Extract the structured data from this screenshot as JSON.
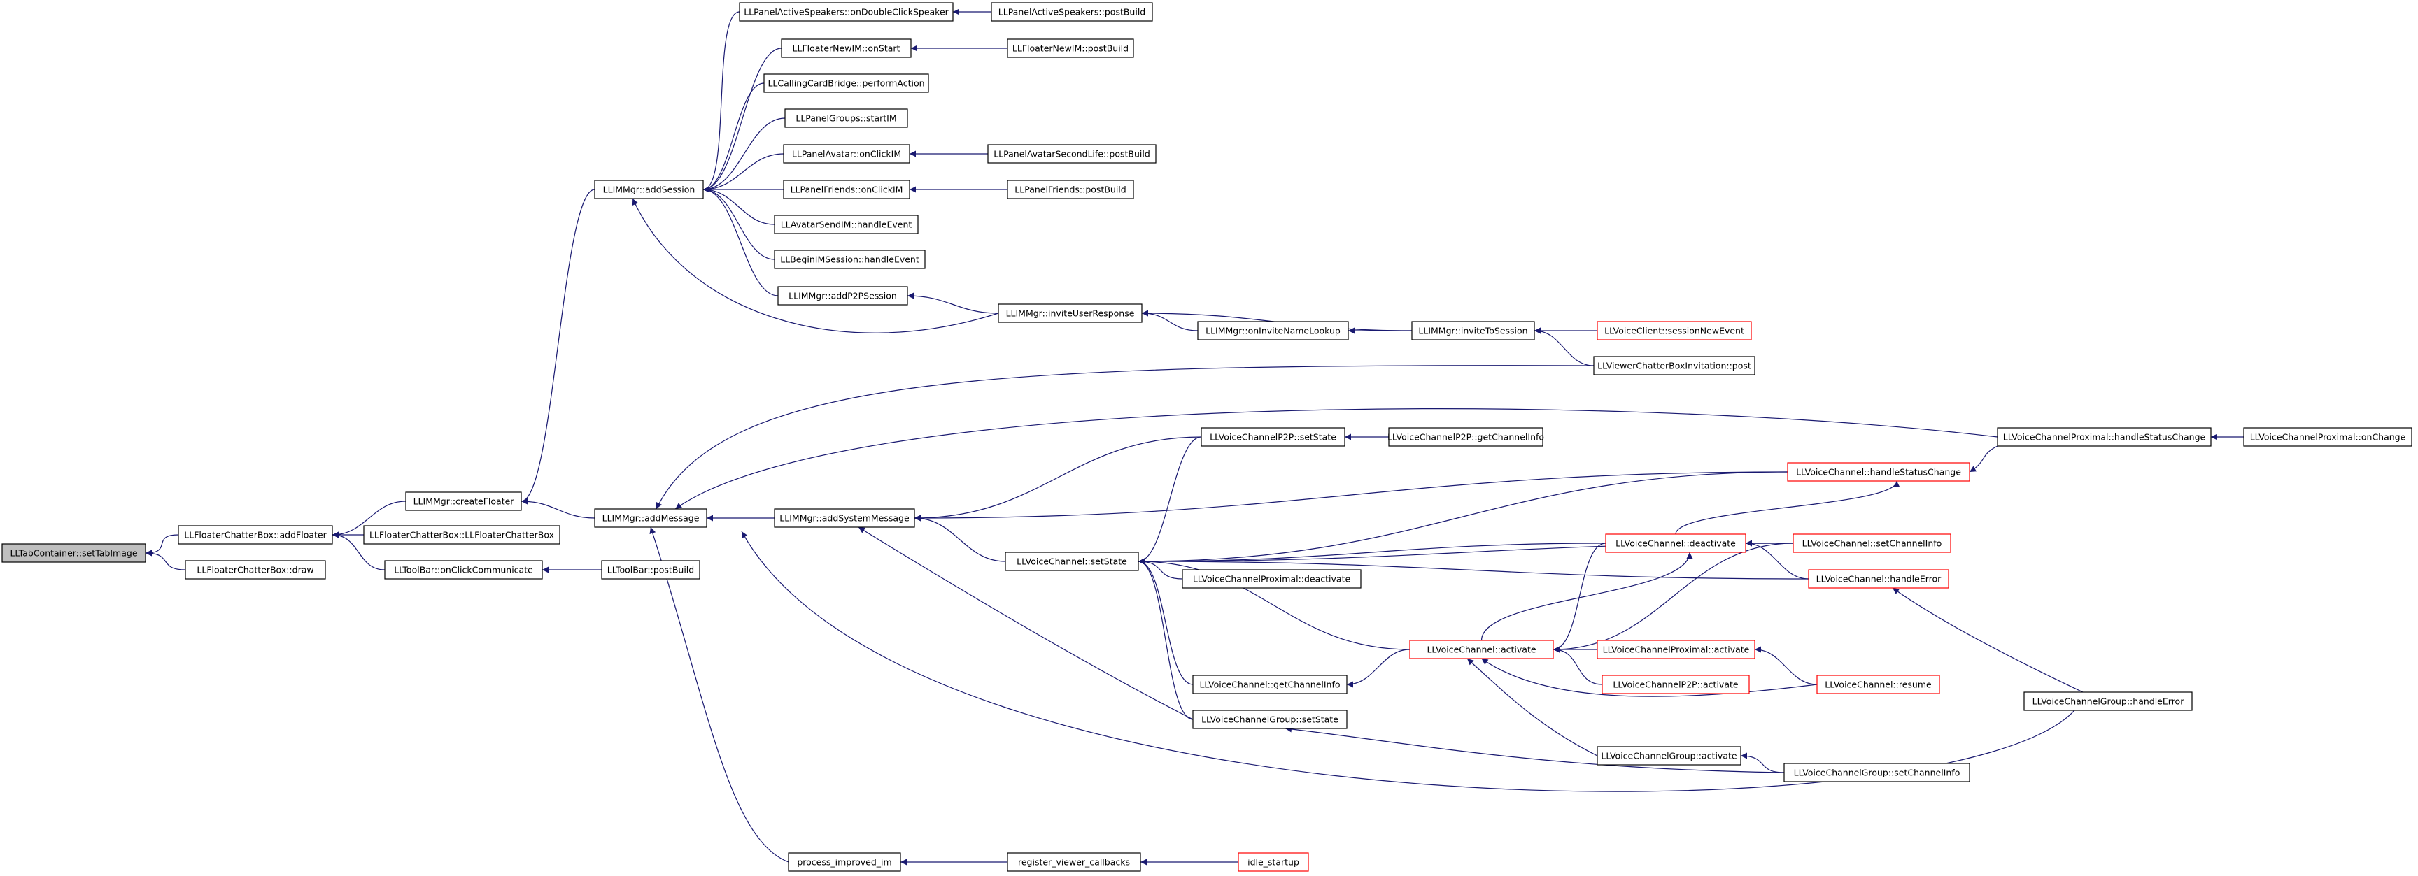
{
  "colors": {
    "edge": "#191970",
    "node_border_black": "#000000",
    "node_border_red": "#ff0000",
    "root_fill": "#bfbfbf",
    "node_fill": "#ffffff"
  },
  "nodes": [
    {
      "id": "n0",
      "label": "LLTabContainer::setTabImage",
      "style": "root"
    },
    {
      "id": "n1",
      "label": "LLFloaterChatterBox::addFloater",
      "style": "black"
    },
    {
      "id": "n2",
      "label": "LLFloaterChatterBox::draw",
      "style": "black"
    },
    {
      "id": "n3",
      "label": "LLIMMgr::createFloater",
      "style": "black"
    },
    {
      "id": "n4",
      "label": "LLFloaterChatterBox::LLFloaterChatterBox",
      "style": "black"
    },
    {
      "id": "n5",
      "label": "LLToolBar::onClickCommunicate",
      "style": "black"
    },
    {
      "id": "n6",
      "label": "LLToolBar::postBuild",
      "style": "black"
    },
    {
      "id": "n7",
      "label": "LLIMMgr::addSession",
      "style": "black"
    },
    {
      "id": "n8",
      "label": "LLIMMgr::addMessage",
      "style": "black"
    },
    {
      "id": "n9",
      "label": "LLPanelActiveSpeakers::onDoubleClickSpeaker",
      "style": "black"
    },
    {
      "id": "n10",
      "label": "LLPanelActiveSpeakers::postBuild",
      "style": "black"
    },
    {
      "id": "n11",
      "label": "LLFloaterNewIM::onStart",
      "style": "black"
    },
    {
      "id": "n12",
      "label": "LLFloaterNewIM::postBuild",
      "style": "black"
    },
    {
      "id": "n13",
      "label": "LLCallingCardBridge::performAction",
      "style": "black"
    },
    {
      "id": "n14",
      "label": "LLPanelGroups::startIM",
      "style": "black"
    },
    {
      "id": "n15",
      "label": "LLPanelAvatar::onClickIM",
      "style": "black"
    },
    {
      "id": "n16",
      "label": "LLPanelAvatarSecondLife::postBuild",
      "style": "black"
    },
    {
      "id": "n17",
      "label": "LLPanelFriends::onClickIM",
      "style": "black"
    },
    {
      "id": "n18",
      "label": "LLPanelFriends::postBuild",
      "style": "black"
    },
    {
      "id": "n19",
      "label": "LLAvatarSendIM::handleEvent",
      "style": "black"
    },
    {
      "id": "n20",
      "label": "LLBeginIMSession::handleEvent",
      "style": "black"
    },
    {
      "id": "n21",
      "label": "LLIMMgr::addP2PSession",
      "style": "black"
    },
    {
      "id": "n22",
      "label": "LLIMMgr::inviteUserResponse",
      "style": "black"
    },
    {
      "id": "n23",
      "label": "LLIMMgr::onInviteNameLookup",
      "style": "black"
    },
    {
      "id": "n24",
      "label": "LLIMMgr::inviteToSession",
      "style": "black"
    },
    {
      "id": "n25",
      "label": "LLVoiceClient::sessionNewEvent",
      "style": "red"
    },
    {
      "id": "n26",
      "label": "LLViewerChatterBoxInvitation::post",
      "style": "black"
    },
    {
      "id": "n27",
      "label": "LLIMMgr::addSystemMessage",
      "style": "black"
    },
    {
      "id": "n28",
      "label": "LLVoiceChannelP2P::setState",
      "style": "black"
    },
    {
      "id": "n29",
      "label": "LLVoiceChannelP2P::getChannelInfo",
      "style": "black"
    },
    {
      "id": "n30",
      "label": "LLVoiceChannelProximal::handleStatusChange",
      "style": "black"
    },
    {
      "id": "n31",
      "label": "LLVoiceChannelProximal::onChange",
      "style": "black"
    },
    {
      "id": "n32",
      "label": "LLVoiceChannel::handleStatusChange",
      "style": "red"
    },
    {
      "id": "n33",
      "label": "LLVoiceChannel::setState",
      "style": "black"
    },
    {
      "id": "n34",
      "label": "LLVoiceChannel::deactivate",
      "style": "red"
    },
    {
      "id": "n35",
      "label": "LLVoiceChannel::setChannelInfo",
      "style": "red"
    },
    {
      "id": "n36",
      "label": "LLVoiceChannelProximal::deactivate",
      "style": "black"
    },
    {
      "id": "n37",
      "label": "LLVoiceChannel::handleError",
      "style": "red"
    },
    {
      "id": "n38",
      "label": "LLVoiceChannel::activate",
      "style": "red"
    },
    {
      "id": "n39",
      "label": "LLVoiceChannelProximal::activate",
      "style": "red"
    },
    {
      "id": "n40",
      "label": "LLVoiceChannel::getChannelInfo",
      "style": "black"
    },
    {
      "id": "n41",
      "label": "LLVoiceChannelP2P::activate",
      "style": "red"
    },
    {
      "id": "n42",
      "label": "LLVoiceChannel::resume",
      "style": "red"
    },
    {
      "id": "n43",
      "label": "LLVoiceChannelGroup::setState",
      "style": "black"
    },
    {
      "id": "n44",
      "label": "LLVoiceChannelGroup::handleError",
      "style": "black"
    },
    {
      "id": "n45",
      "label": "LLVoiceChannelGroup::activate",
      "style": "black"
    },
    {
      "id": "n46",
      "label": "LLVoiceChannelGroup::setChannelInfo",
      "style": "black"
    },
    {
      "id": "n47",
      "label": "process_improved_im",
      "style": "black"
    },
    {
      "id": "n48",
      "label": "register_viewer_callbacks",
      "style": "black"
    },
    {
      "id": "n49",
      "label": "idle_startup",
      "style": "red"
    }
  ],
  "edges": [
    {
      "from": "n1",
      "to": "n0"
    },
    {
      "from": "n2",
      "to": "n0"
    },
    {
      "from": "n3",
      "to": "n1"
    },
    {
      "from": "n4",
      "to": "n1"
    },
    {
      "from": "n5",
      "to": "n1"
    },
    {
      "from": "n6",
      "to": "n5"
    },
    {
      "from": "n7",
      "to": "n3"
    },
    {
      "from": "n8",
      "to": "n3"
    },
    {
      "from": "n9",
      "to": "n7"
    },
    {
      "from": "n10",
      "to": "n9"
    },
    {
      "from": "n11",
      "to": "n7"
    },
    {
      "from": "n12",
      "to": "n11"
    },
    {
      "from": "n13",
      "to": "n7"
    },
    {
      "from": "n14",
      "to": "n7"
    },
    {
      "from": "n15",
      "to": "n7"
    },
    {
      "from": "n16",
      "to": "n15"
    },
    {
      "from": "n17",
      "to": "n7"
    },
    {
      "from": "n18",
      "to": "n17"
    },
    {
      "from": "n19",
      "to": "n7"
    },
    {
      "from": "n20",
      "to": "n7"
    },
    {
      "from": "n21",
      "to": "n7"
    },
    {
      "from": "n22",
      "to": "n21"
    },
    {
      "from": "n22",
      "to": "n7"
    },
    {
      "from": "n23",
      "to": "n22"
    },
    {
      "from": "n24",
      "to": "n22"
    },
    {
      "from": "n24",
      "to": "n23"
    },
    {
      "from": "n25",
      "to": "n24"
    },
    {
      "from": "n26",
      "to": "n24"
    },
    {
      "from": "n26",
      "to": "n8"
    },
    {
      "from": "n27",
      "to": "n8"
    },
    {
      "from": "n30",
      "to": "n8"
    },
    {
      "from": "n44",
      "to": "n8"
    },
    {
      "from": "n47",
      "to": "n8"
    },
    {
      "from": "n28",
      "to": "n27"
    },
    {
      "from": "n32",
      "to": "n27"
    },
    {
      "from": "n33",
      "to": "n27"
    },
    {
      "from": "n43",
      "to": "n27"
    },
    {
      "from": "n29",
      "to": "n28"
    },
    {
      "from": "n31",
      "to": "n30"
    },
    {
      "from": "n30",
      "to": "n32"
    },
    {
      "from": "n28",
      "to": "n33"
    },
    {
      "from": "n32",
      "to": "n33"
    },
    {
      "from": "n34",
      "to": "n33"
    },
    {
      "from": "n35",
      "to": "n33"
    },
    {
      "from": "n36",
      "to": "n33"
    },
    {
      "from": "n37",
      "to": "n33"
    },
    {
      "from": "n38",
      "to": "n33"
    },
    {
      "from": "n40",
      "to": "n33"
    },
    {
      "from": "n43",
      "to": "n33"
    },
    {
      "from": "n34",
      "to": "n32"
    },
    {
      "from": "n35",
      "to": "n34"
    },
    {
      "from": "n37",
      "to": "n34"
    },
    {
      "from": "n38",
      "to": "n34"
    },
    {
      "from": "n44",
      "to": "n37"
    },
    {
      "from": "n34",
      "to": "n38"
    },
    {
      "from": "n35",
      "to": "n38"
    },
    {
      "from": "n39",
      "to": "n38"
    },
    {
      "from": "n41",
      "to": "n38"
    },
    {
      "from": "n42",
      "to": "n38"
    },
    {
      "from": "n45",
      "to": "n38"
    },
    {
      "from": "n42",
      "to": "n39"
    },
    {
      "from": "n38",
      "to": "n40"
    },
    {
      "from": "n46",
      "to": "n43"
    },
    {
      "from": "n46",
      "to": "n45"
    },
    {
      "from": "n48",
      "to": "n47"
    },
    {
      "from": "n49",
      "to": "n48"
    }
  ]
}
